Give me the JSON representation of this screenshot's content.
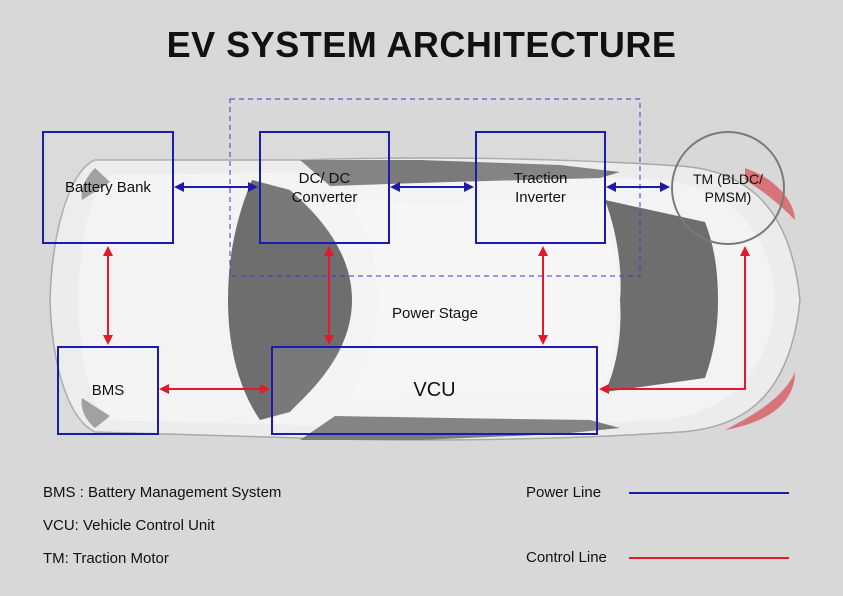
{
  "title": "EV SYSTEM ARCHITECTURE",
  "blocks": {
    "battery_bank": "Battery Bank",
    "dcdc_line1": "DC/ DC",
    "dcdc_line2": "Converter",
    "inverter_line1": "Traction",
    "inverter_line2": "Inverter",
    "motor_line1": "TM (BLDC/",
    "motor_line2": "PMSM)",
    "bms": "BMS",
    "vcu": "VCU"
  },
  "power_stage_label": "Power Stage",
  "definitions": [
    "BMS : Battery Management System",
    "VCU: Vehicle Control Unit",
    "TM: Traction Motor"
  ],
  "legend": {
    "power_line": "Power Line",
    "control_line": "Control Line"
  },
  "colors": {
    "power": "#1c1ca8",
    "control": "#e01a2b",
    "background": "#d8d8d8",
    "car_body": "#ececec",
    "car_glass": "#6e6e6e",
    "taillight": "#d9737a"
  }
}
